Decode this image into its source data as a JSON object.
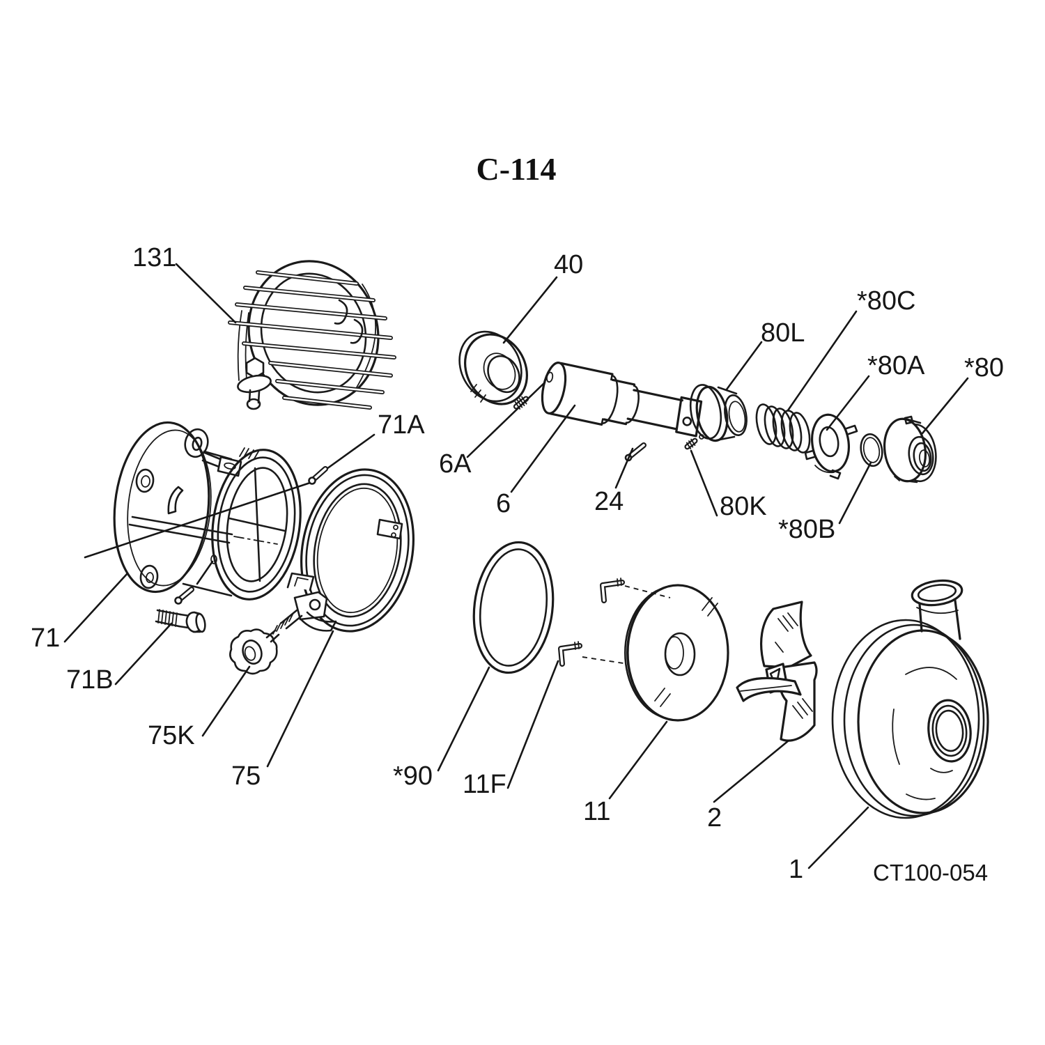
{
  "diagram": {
    "title": "C-114",
    "drawing_number": "CT100-054",
    "part_labels": [
      {
        "ref": "131"
      },
      {
        "ref": "40"
      },
      {
        "ref": "71A"
      },
      {
        "ref": "80L"
      },
      {
        "ref": "*80C"
      },
      {
        "ref": "*80A"
      },
      {
        "ref": "*80"
      },
      {
        "ref": "6A"
      },
      {
        "ref": "6"
      },
      {
        "ref": "24"
      },
      {
        "ref": "80K"
      },
      {
        "ref": "*80B"
      },
      {
        "ref": "71"
      },
      {
        "ref": "71B"
      },
      {
        "ref": "75K"
      },
      {
        "ref": "75"
      },
      {
        "ref": "*90"
      },
      {
        "ref": "11F"
      },
      {
        "ref": "11"
      },
      {
        "ref": "2"
      },
      {
        "ref": "1"
      }
    ]
  }
}
